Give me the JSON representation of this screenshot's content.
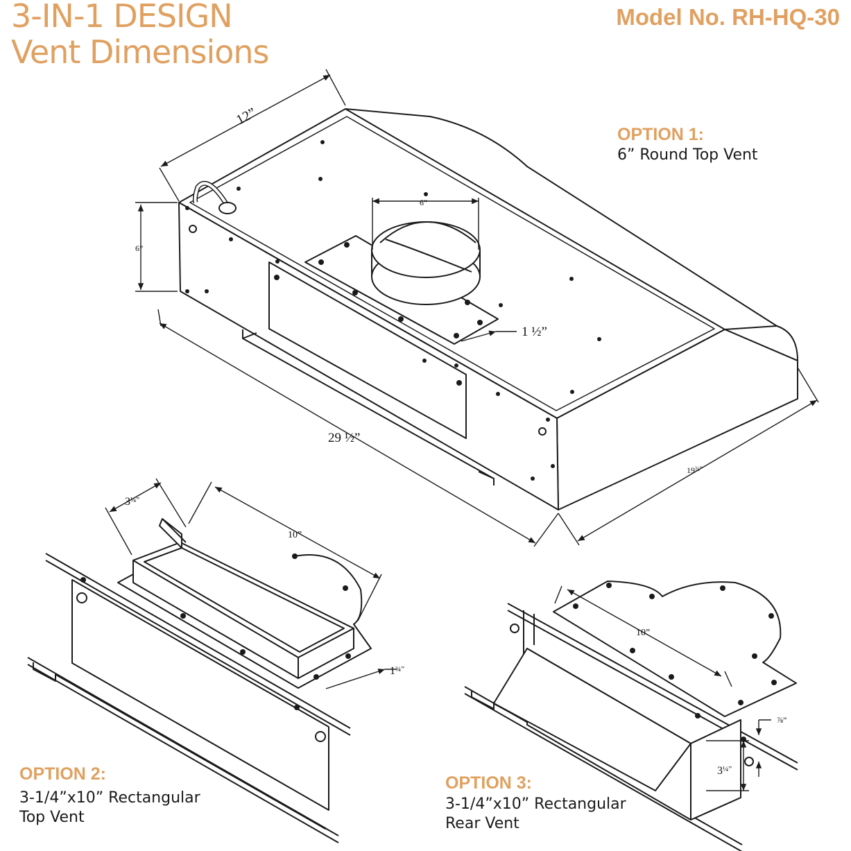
{
  "header": {
    "title_line1": "3-IN-1 DESIGN",
    "title_line2": "Vent Dimensions",
    "model": "Model No. RH-HQ-30"
  },
  "options": [
    {
      "heading": "OPTION 1:",
      "desc_line1": "6” Round Top Vent",
      "desc_line2": ""
    },
    {
      "heading": "OPTION 2:",
      "desc_line1": "3-1/4”x10” Rectangular",
      "desc_line2": "Top Vent"
    },
    {
      "heading": "OPTION 3:",
      "desc_line1": "3-1/4”x10” Rectangular",
      "desc_line2": "Rear Vent"
    }
  ],
  "dimensions": {
    "depth": "12”",
    "height": "6”",
    "round_vent_diameter": "6”",
    "collar": "1 ½”",
    "width": "29 ½”",
    "side_depth_whole": "19",
    "side_depth_frac": "¾”",
    "opt2_depth_whole": "3",
    "opt2_depth_frac": "¼”",
    "opt2_length": "10”",
    "opt2_height_whole": "1",
    "opt2_height_frac": "¾”",
    "opt3_length": "10”",
    "opt3_offset": "⅞”",
    "opt3_height_whole": "3",
    "opt3_height_frac": "¼”"
  },
  "colors": {
    "accent": "#e0a060",
    "line": "#1a1a1a"
  }
}
